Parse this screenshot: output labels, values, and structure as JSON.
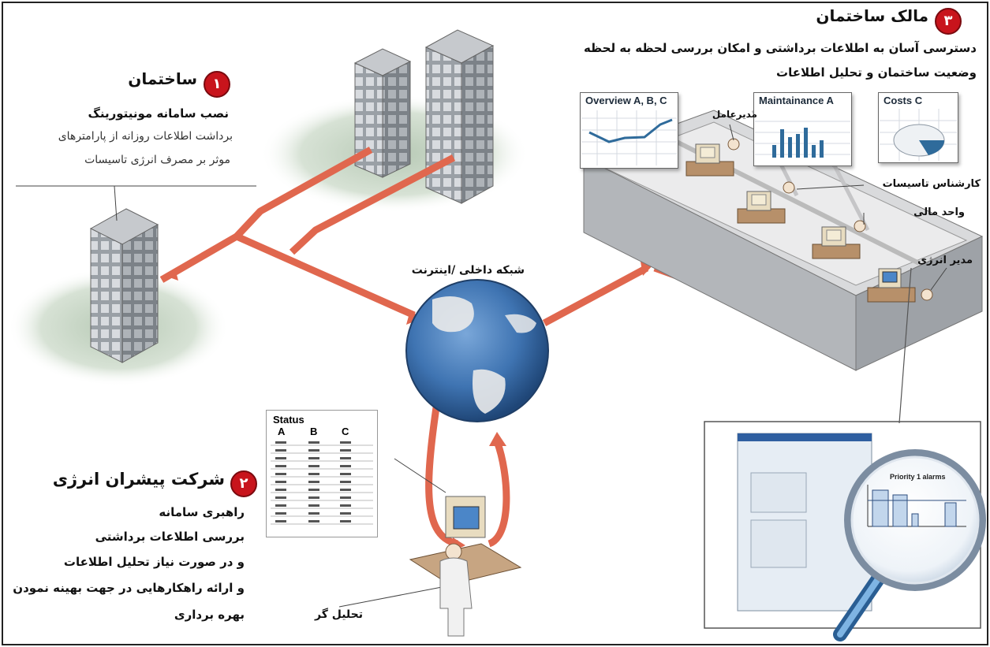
{
  "network_label": "شبکه داخلی /اینترنت",
  "steps": [
    {
      "number": "۱",
      "title": "ساختمان",
      "subtitle": "نصب سامانه مونیتورینگ",
      "lines": [
        "برداشت اطلاعات روزانه از پارامترهای",
        "موثر بر مصرف انرژی تاسیسات"
      ]
    },
    {
      "number": "۲",
      "title": "شرکت پیشران انرژی",
      "lines": [
        "راهبری سامانه",
        "بررسی اطلاعات برداشتی",
        "و در صورت نیاز تحلیل اطلاعات",
        "و ارائه راهکارهایی در جهت بهینه نمودن",
        "بهره برداری"
      ]
    },
    {
      "number": "۳",
      "title": "مالک ساختمان",
      "lines": [
        "دسترسی آسان به اطلاعات برداشتی و امکان بررسی لحظه به لحظه",
        "وضعیت ساختمان و تحلیل اطلاعات"
      ]
    }
  ],
  "roles": {
    "manager": "مدیرعامل",
    "facilities_expert": "کارشناس تاسیسات",
    "finance_unit": "واحد مالی",
    "energy_manager": "مدیر انرژی",
    "analyst": "تحلیل گر"
  },
  "cards": {
    "overview": "Overview A, B, C",
    "maintenance": "Maintainance A",
    "costs": "Costs C"
  },
  "status_sheet": {
    "title": "Status",
    "columns": [
      "A",
      "B",
      "C"
    ]
  },
  "magnifier_chart": {
    "title": "Priority 1 alarms"
  },
  "colors": {
    "arrow": "#e0674e",
    "badge": "#c8141c",
    "globe": "#3f74b2"
  }
}
